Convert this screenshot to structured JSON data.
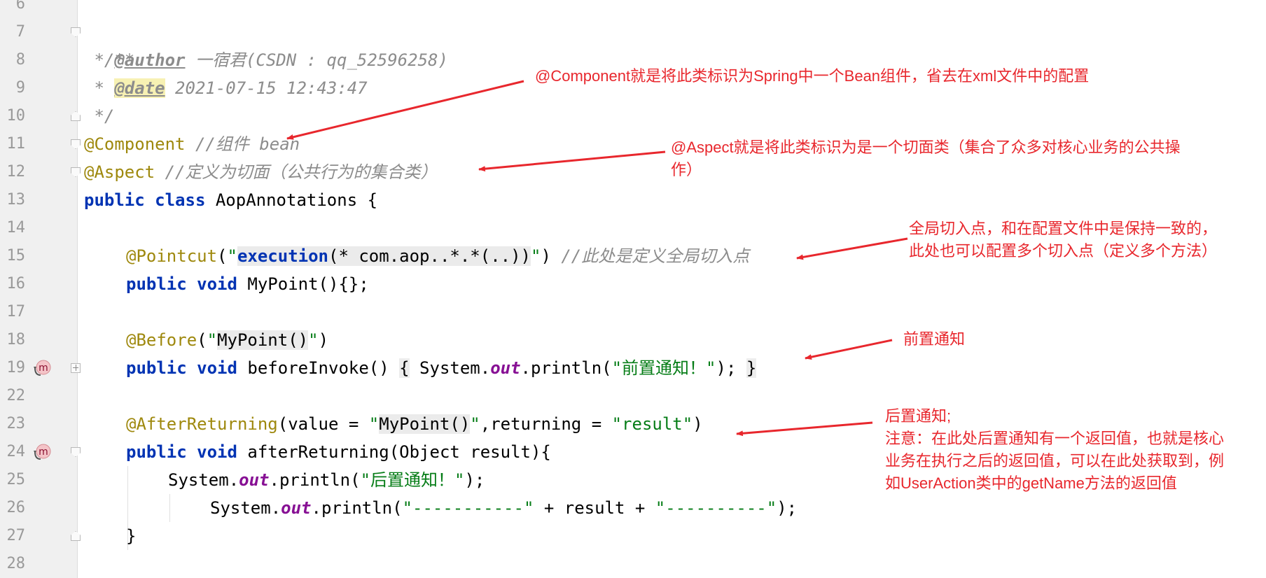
{
  "line_numbers": [
    "6",
    "7",
    "8",
    "9",
    "10",
    "11",
    "12",
    "13",
    "14",
    "15",
    "16",
    "17",
    "18",
    "19",
    "22",
    "23",
    "24",
    "25",
    "26",
    "27",
    "28"
  ],
  "code": {
    "l7": "/**",
    "l8_star": " * ",
    "l8_tag": "@author",
    "l8_text": " 一宿君(CSDN : qq_52596258)",
    "l9_star": " * ",
    "l9_tag": "@date",
    "l9_text": " 2021-07-15 12:43:47",
    "l10": " */",
    "l11_ann": "@Component",
    "l11_cmt": " //组件 bean",
    "l12_ann": "@Aspect",
    "l12_cmt": " //定义为切面（公共行为的集合类）",
    "l13_kw1": "public",
    "l13_kw2": "class",
    "l13_rest": " AopAnnotations {",
    "l15_ann": "@Pointcut",
    "l15_p1": "(",
    "l15_q1": "\"",
    "l15_kw": "execution",
    "l15_expr": "(* com.aop..*.*(..))",
    "l15_q2": "\"",
    "l15_p2": ") ",
    "l15_cmt": "//此处是定义全局切入点",
    "l16_kw1": "public",
    "l16_kw2": "void",
    "l16_rest": " MyPoint(){};",
    "l18_ann": "@Before",
    "l18_p1": "(",
    "l18_q1": "\"",
    "l18_ref": "MyPoint()",
    "l18_q2": "\"",
    "l18_p2": ")",
    "l19_kw1": "public",
    "l19_kw2": "void",
    "l19_name": " beforeInvoke() ",
    "l19_ob": "{",
    "l19_sys": " System.",
    "l19_out": "out",
    "l19_print": ".println(",
    "l19_str": "\"前置通知！\"",
    "l19_end": "); ",
    "l19_cb": "}",
    "l23_ann": "@AfterReturning",
    "l23_p1": "(value = ",
    "l23_q1": "\"",
    "l23_ref": "MyPoint()",
    "l23_q2": "\"",
    "l23_mid": ",returning = ",
    "l23_str": "\"result\"",
    "l23_p2": ")",
    "l24_kw1": "public",
    "l24_kw2": "void",
    "l24_rest": " afterReturning(Object result){",
    "l25_sys": "System.",
    "l25_out": "out",
    "l25_print": ".println(",
    "l25_str": "\"后置通知！\"",
    "l25_end": ");",
    "l26_sys": "System.",
    "l26_out": "out",
    "l26_print": ".println(",
    "l26_str1": "\"-----------\"",
    "l26_mid": " + result + ",
    "l26_str2": "\"----------\"",
    "l26_end": ");",
    "l27": "}"
  },
  "gutter_markers": {
    "l19": "m",
    "l24": "m"
  },
  "annotations": {
    "component": "@Component就是将此类标识为Spring中一个Bean组件，省去在xml文件中的配置",
    "aspect_1": "@Aspect就是将此类标识为是一个切面类（集合了众多对核心业务的公共操",
    "aspect_2": "作）",
    "pointcut_1": "全局切入点，和在配置文件中是保持一致的，",
    "pointcut_2": "此处也可以配置多个切入点（定义多个方法）",
    "before": "前置通知",
    "after_1": "后置通知;",
    "after_2": "注意：在此处后置通知有一个返回值，也就是核心",
    "after_3": "业务在执行之后的返回值，可以在此处获取到，例",
    "after_4": "如UserAction类中的getName方法的返回值"
  },
  "colors": {
    "keyword": "#0033b3",
    "annotation": "#9e880d",
    "string": "#067d17",
    "comment": "#8c8c8c",
    "field": "#871094",
    "arrow": "#e8272d"
  }
}
